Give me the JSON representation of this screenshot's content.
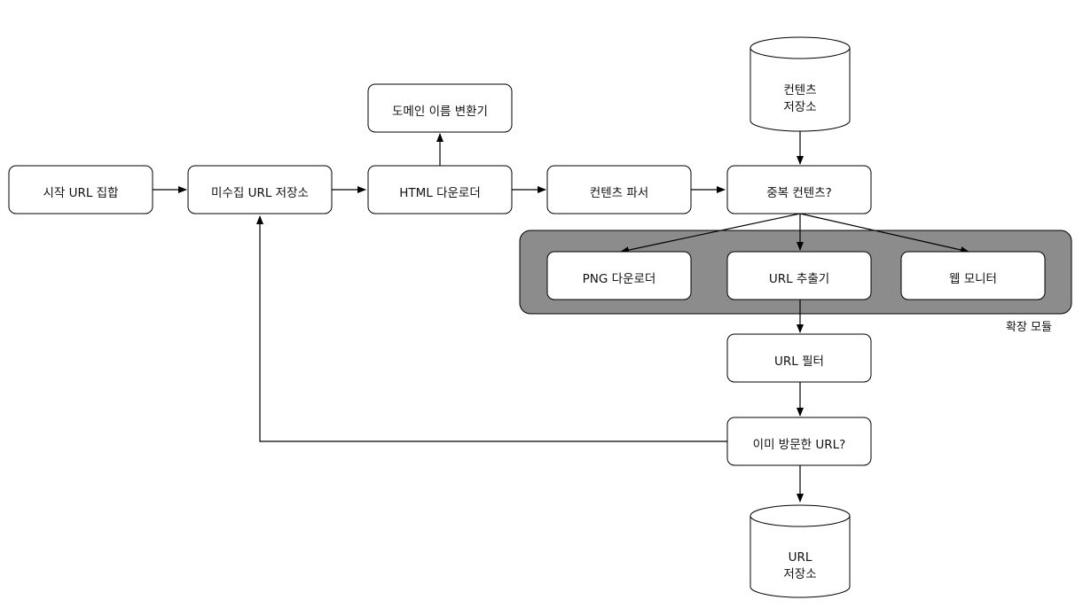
{
  "nodes": {
    "seed_urls": "시작 URL 집합",
    "url_frontier": "미수집 URL 저장소",
    "dns_resolver": "도메인 이름 변환기",
    "html_downloader": "HTML 다운로더",
    "content_parser": "컨텐츠 파서",
    "content_seen": "중복 컨텐츠?",
    "content_storage": [
      "컨텐츠",
      "저장소"
    ],
    "png_downloader": "PNG 다운로더",
    "link_extractor": "URL 추출기",
    "web_monitor": "웹 모니터",
    "url_filter": "URL 필터",
    "url_seen": "이미 방문한 URL?",
    "url_storage": [
      "URL",
      "저장소"
    ]
  },
  "module_group": {
    "label": "확장 모듈",
    "fill": "#8c8c8c"
  },
  "colors": {
    "box_fill": "#ffffff",
    "stroke": "#000000",
    "text": "#111111"
  }
}
